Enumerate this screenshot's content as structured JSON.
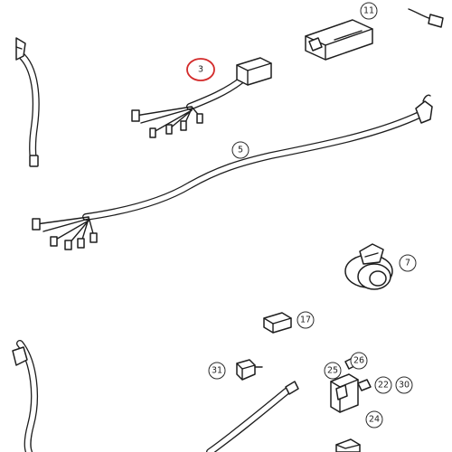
{
  "diagram": {
    "callouts": [
      {
        "id": "c3",
        "label": "3",
        "highlighted": true
      },
      {
        "id": "c5",
        "label": "5",
        "highlighted": false
      },
      {
        "id": "c7",
        "label": "7",
        "highlighted": false
      },
      {
        "id": "c11",
        "label": "11",
        "highlighted": false
      },
      {
        "id": "c17",
        "label": "17",
        "highlighted": false
      },
      {
        "id": "c22",
        "label": "22",
        "highlighted": false
      },
      {
        "id": "c24",
        "label": "24",
        "highlighted": false
      },
      {
        "id": "c25",
        "label": "25",
        "highlighted": false
      },
      {
        "id": "c26",
        "label": "26",
        "highlighted": false
      },
      {
        "id": "c30",
        "label": "30",
        "highlighted": false
      },
      {
        "id": "c31",
        "label": "31",
        "highlighted": false
      }
    ],
    "highlight_color": "#d32a2a",
    "line_color": "#1e1e1e"
  }
}
